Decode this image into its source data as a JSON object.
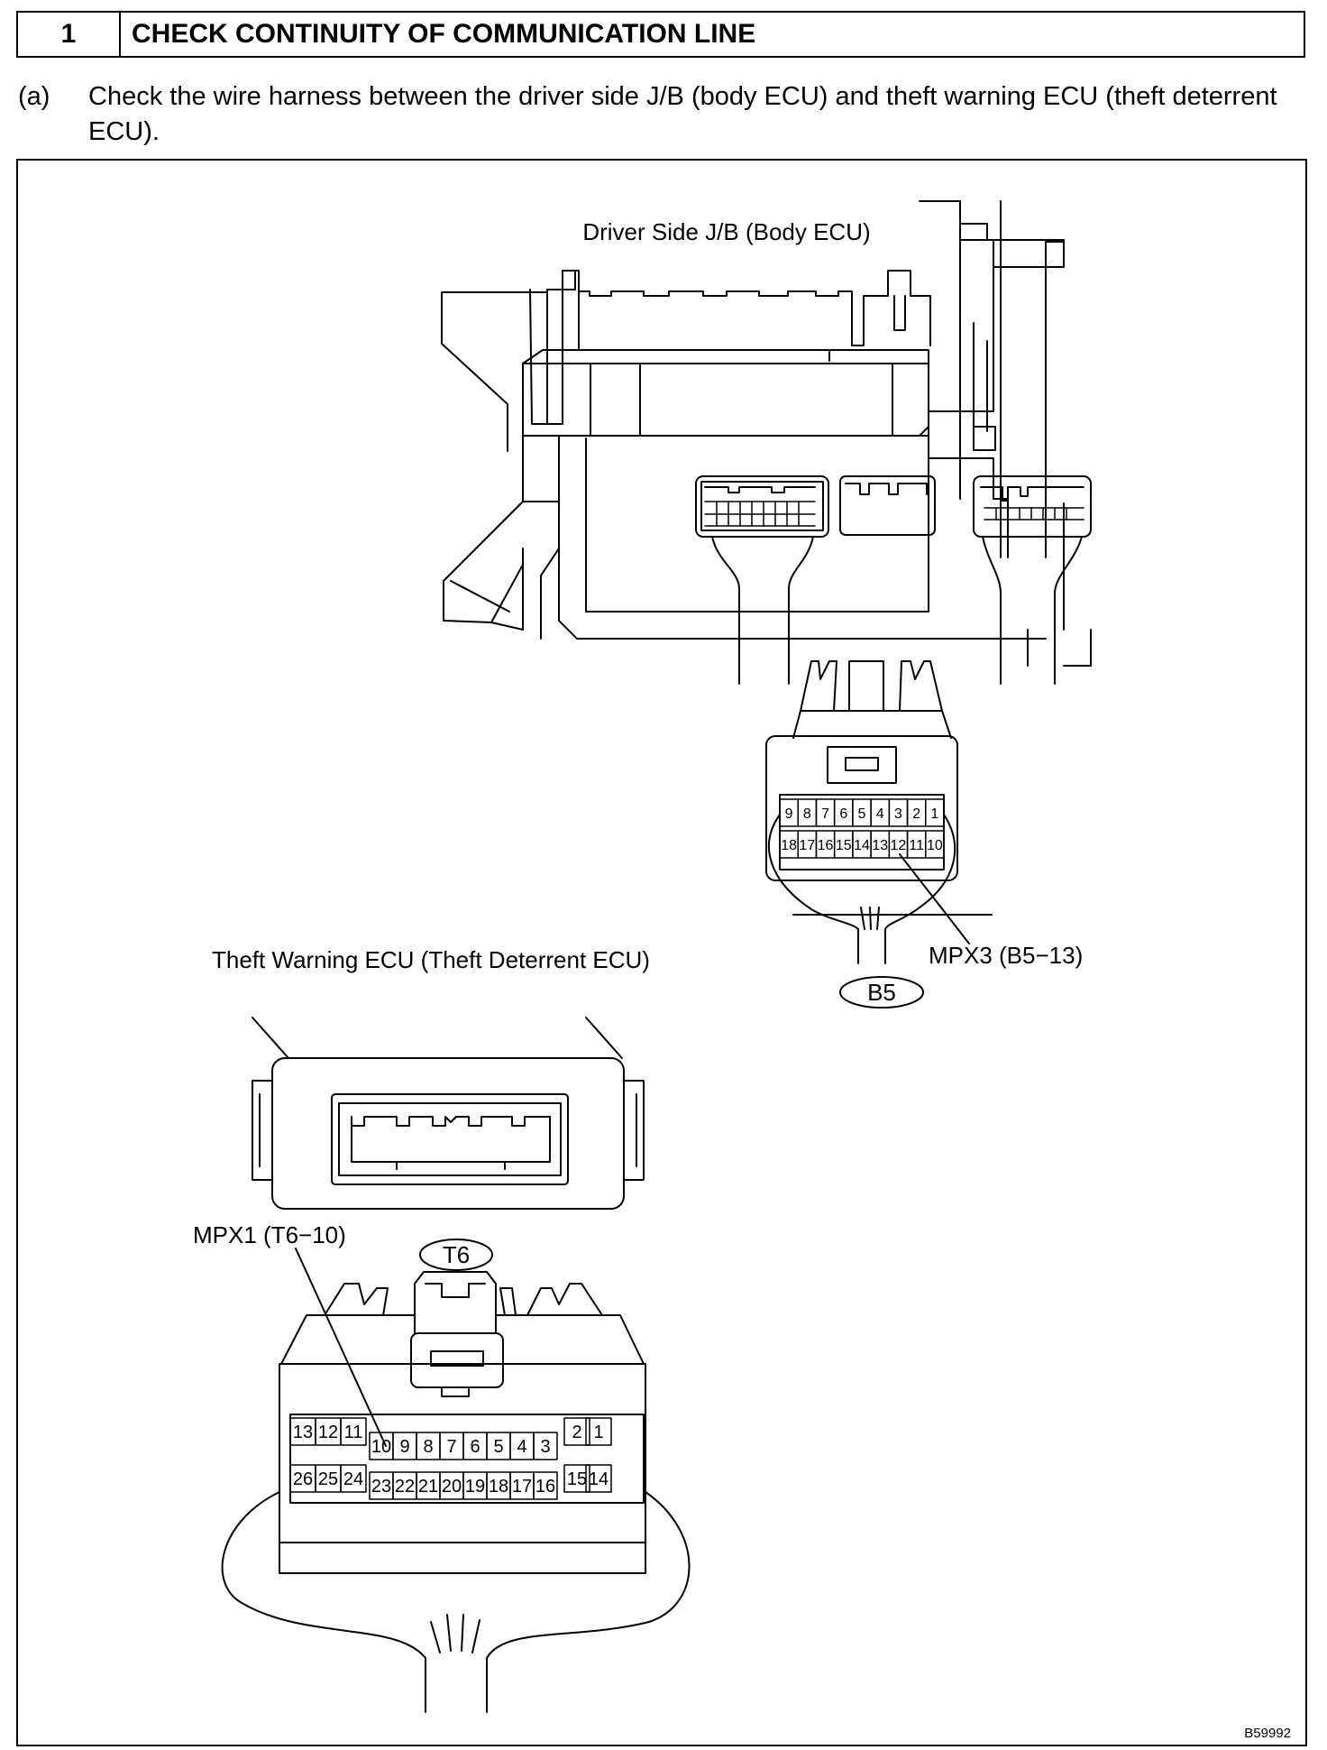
{
  "step": {
    "number": "1",
    "title": "CHECK CONTINUITY OF COMMUNICATION LINE"
  },
  "instruction": {
    "label": "(a)",
    "text": "Check the wire harness between the driver side J/B (body ECU) and theft warning ECU (theft deterrent ECU)."
  },
  "figure": {
    "jb_label": "Driver Side J/B (Body ECU)",
    "theft_ecu_label": "Theft Warning ECU (Theft Deterrent ECU)",
    "b5": {
      "connector_id": "B5",
      "callout": "MPX3 (B5−13)",
      "row1": [
        "9",
        "8",
        "7",
        "6",
        "5",
        "4",
        "3",
        "2",
        "1"
      ],
      "row2": [
        "18",
        "17",
        "16",
        "15",
        "14",
        "13",
        "12",
        "11",
        "10"
      ]
    },
    "t6": {
      "connector_id": "T6",
      "callout": "MPX1 (T6−10)",
      "row1": [
        "13",
        "12",
        "11",
        "10",
        "9",
        "8",
        "7",
        "6",
        "5",
        "4",
        "3",
        "2",
        "1"
      ],
      "row2": [
        "26",
        "25",
        "24",
        "23",
        "22",
        "21",
        "20",
        "19",
        "18",
        "17",
        "16",
        "15",
        "14"
      ]
    },
    "figure_code": "B59992"
  }
}
